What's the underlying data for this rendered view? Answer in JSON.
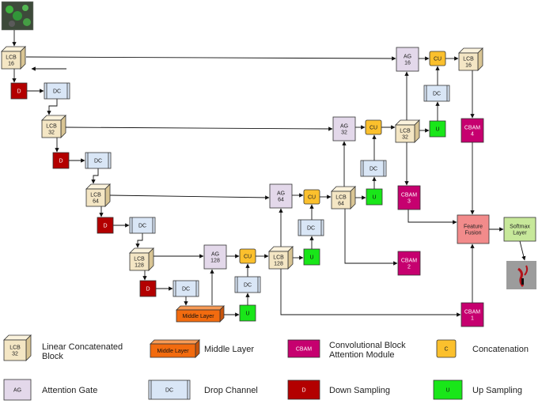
{
  "colors": {
    "lcb": "#f4e6c4",
    "lcb_top": "#fbf3dd",
    "lcb_side": "#d9c594",
    "down": "#b30000",
    "drop": "#d9e6f6",
    "up": "#19e619",
    "cu": "#fbc02d",
    "ag": "#e3d8ea",
    "cbam": "#c6006f",
    "fusion": "#f28b8b",
    "softmax": "#c7e89a",
    "middle": "#f26b0f",
    "edge": "#111111"
  },
  "nodes": {
    "lcb16_enc": {
      "lines": [
        "LCB",
        "16"
      ]
    },
    "lcb32_enc": {
      "lines": [
        "LCB",
        "32"
      ]
    },
    "lcb64_enc": {
      "lines": [
        "LCB",
        "64"
      ]
    },
    "lcb128_enc": {
      "lines": [
        "LCB",
        "128"
      ]
    },
    "d1": {
      "label": "D"
    },
    "d2": {
      "label": "D"
    },
    "d3": {
      "label": "D"
    },
    "d4": {
      "label": "D"
    },
    "dc1": {
      "label": "DC"
    },
    "dc2": {
      "label": "DC"
    },
    "dc3": {
      "label": "DC"
    },
    "dc4": {
      "label": "DC"
    },
    "middle_layer": {
      "label": "Middle Layer"
    },
    "u_mid": {
      "label": "U"
    },
    "dc_up1": {
      "label": "DC"
    },
    "ag128": {
      "lines": [
        "AG",
        "128"
      ]
    },
    "cu1": {
      "label": "CU"
    },
    "lcb128_dec": {
      "lines": [
        "LCB",
        "128"
      ]
    },
    "u2": {
      "label": "U"
    },
    "dc_up2": {
      "label": "DC"
    },
    "ag64": {
      "lines": [
        "AG",
        "64"
      ]
    },
    "cu2": {
      "label": "CU"
    },
    "lcb64_dec": {
      "lines": [
        "LCB",
        "64"
      ]
    },
    "u3": {
      "label": "U"
    },
    "dc_up3": {
      "label": "DC"
    },
    "ag32": {
      "lines": [
        "AG",
        "32"
      ]
    },
    "cu3": {
      "label": "CU"
    },
    "lcb32_dec": {
      "lines": [
        "LCB",
        "32"
      ]
    },
    "u4": {
      "label": "U"
    },
    "dc_up4": {
      "label": "DC"
    },
    "ag16": {
      "lines": [
        "AG",
        "16"
      ]
    },
    "cu4": {
      "label": "CU"
    },
    "lcb16_dec": {
      "lines": [
        "LCB",
        "16"
      ]
    },
    "cbam4": {
      "lines": [
        "CBAM",
        "4"
      ]
    },
    "cbam3": {
      "lines": [
        "CBAM",
        "3"
      ]
    },
    "cbam2": {
      "lines": [
        "CBAM",
        "2"
      ]
    },
    "cbam1": {
      "lines": [
        "CBAM",
        "1"
      ]
    },
    "fusion": {
      "lines": [
        "Feature",
        "Fusion"
      ]
    },
    "softmax": {
      "lines": [
        "Softmax",
        "Layer"
      ]
    }
  },
  "legend": {
    "lcb_box": {
      "lines": [
        "LCB",
        "32"
      ]
    },
    "lcb_text": {
      "lines": [
        "Linear Concatenated",
        "Block"
      ]
    },
    "middle_box": "Middle Layer",
    "middle_text": "Middle Layer",
    "cbam_box": "CBAM",
    "cbam_text": {
      "lines": [
        "Convolutional Block",
        "Attention Module"
      ]
    },
    "concat_box": "C",
    "concat_text": "Concatenation",
    "ag_box": "AG",
    "ag_text": "Attention Gate",
    "dc_box": "DC",
    "dc_text": "Drop Channel",
    "down_box": "D",
    "down_text": "Down Sampling",
    "up_box": "U",
    "up_text": "Up Sampling"
  }
}
